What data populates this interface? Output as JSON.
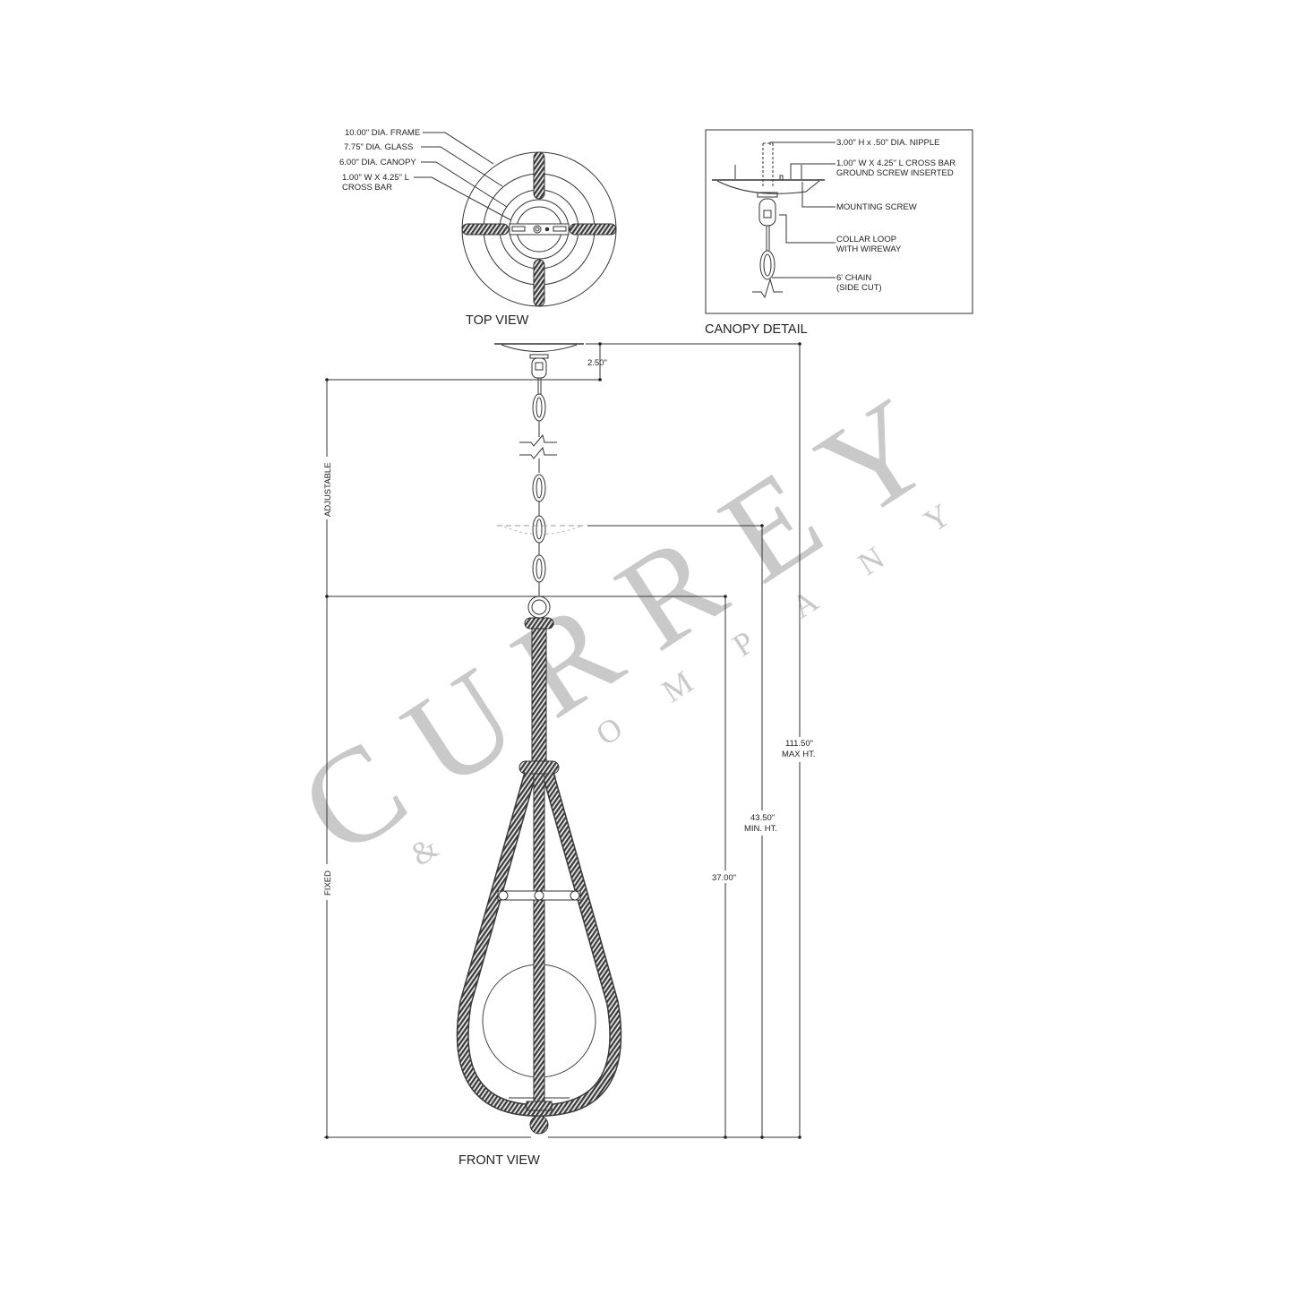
{
  "top_view": {
    "title": "TOP VIEW",
    "callouts": [
      {
        "line1": "10.00\" DIA. FRAME",
        "line2": ""
      },
      {
        "line1": "7.75\" DIA. GLASS",
        "line2": ""
      },
      {
        "line1": "6.00\" DIA. CANOPY",
        "line2": ""
      },
      {
        "line1": "1.00\" W X 4.25\" L",
        "line2": "CROSS BAR"
      }
    ]
  },
  "canopy_detail": {
    "title": "CANOPY DETAIL",
    "callouts": [
      {
        "line1": "3.00\" H x .50\" DIA. NIPPLE",
        "line2": ""
      },
      {
        "line1": "1.00\" W X 4.25\" L CROSS BAR",
        "line2": "GROUND SCREW INSERTED"
      },
      {
        "line1": "MOUNTING SCREW",
        "line2": ""
      },
      {
        "line1": "COLLAR LOOP",
        "line2": "WITH WIREWAY"
      },
      {
        "line1": "6' CHAIN",
        "line2": "(SIDE CUT)"
      }
    ]
  },
  "front_view": {
    "title": "FRONT VIEW",
    "dimensions": {
      "canopy_height": "2.50\"",
      "adjustable": "ADJUSTABLE",
      "fixed": "FIXED",
      "fixed_height": "37.00\"",
      "min_height_value": "43.50\"",
      "min_height_label": "MIN. HT.",
      "max_height_value": "111.50\"",
      "max_height_label": "MAX HT."
    }
  },
  "watermark": {
    "brand": "CURREY",
    "sub": "& COMPANY"
  },
  "colors": {
    "line": "#333333",
    "rope": "#4a4a4a",
    "watermark": "#c9c9c9"
  }
}
